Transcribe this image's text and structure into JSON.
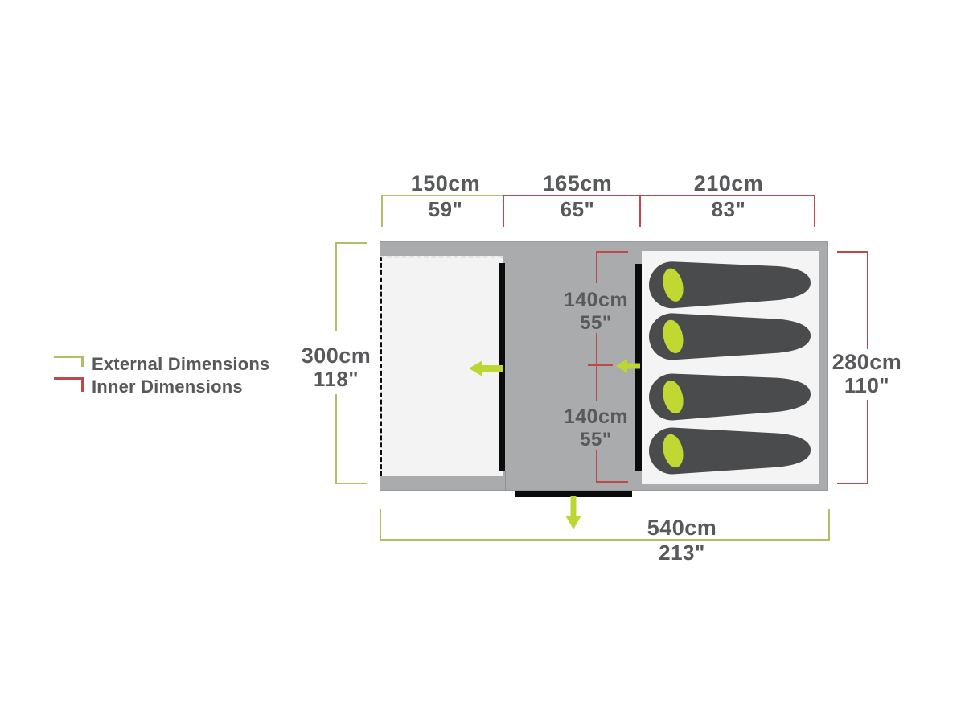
{
  "diagram": {
    "type": "tent-floorplan-dimensions",
    "legend": {
      "external": "External Dimensions",
      "inner": "Inner Dimensions"
    },
    "top_dimensions": [
      {
        "cm": "150cm",
        "inches": "59\""
      },
      {
        "cm": "165cm",
        "inches": "65\""
      },
      {
        "cm": "210cm",
        "inches": "83\""
      }
    ],
    "left_dimension": {
      "cm": "300cm",
      "inches": "118\""
    },
    "right_dimension": {
      "cm": "280cm",
      "inches": "110\""
    },
    "bottom_dimension": {
      "cm": "540cm",
      "inches": "213\""
    },
    "inner_dimensions": [
      {
        "cm": "140cm",
        "inches": "55\""
      },
      {
        "cm": "140cm",
        "inches": "55\""
      }
    ],
    "sleeping_bag_count": 4,
    "colors": {
      "external_line": "#b5bc66",
      "inner_line": "#c04848",
      "arrow_green": "#bdd633",
      "pillow_green": "#c1d832",
      "sleeping_bag": "#4a4b4d",
      "tent_body_gray": "#a9abad",
      "floor_white": "#f3f3f4",
      "door_black": "#0b0b0b",
      "text_gray": "#58595b"
    }
  }
}
